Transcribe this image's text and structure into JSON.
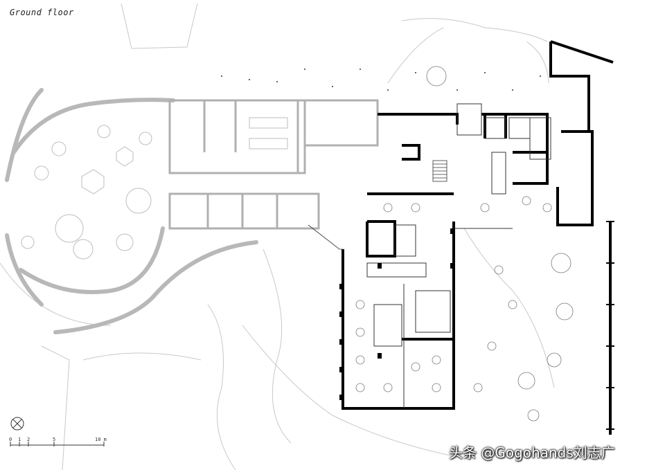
{
  "title": "Ground floor",
  "scale_bar": {
    "labels": [
      "0",
      "1",
      "2",
      "5",
      "10 m"
    ]
  },
  "north_arrow_icon": "north-arrow-icon",
  "watermark": "头条 @Gogohands刘志广",
  "colors": {
    "wall": "#000000",
    "existing": "#b8b8b8",
    "line": "#9a9a9a",
    "background": "#ffffff"
  }
}
